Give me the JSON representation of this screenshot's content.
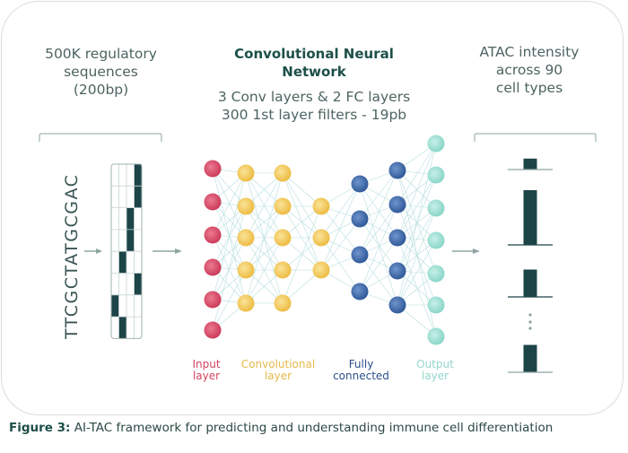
{
  "headers": {
    "input": [
      "500K regulatory",
      "sequences",
      "(200bp)"
    ],
    "network_title": [
      "Convolutional Neural",
      "Network"
    ],
    "network_sub": [
      "3 Conv layers & 2 FC layers",
      "300 1st layer filters - 19pb"
    ],
    "output": [
      "ATAC intensity",
      "across 90",
      "cell types"
    ]
  },
  "sequence": "TTCGCTATGCGAC",
  "one_hot_matrix": {
    "columns": 4,
    "row_active_column": [
      3,
      3,
      2,
      2,
      1,
      3,
      0,
      1
    ]
  },
  "network": {
    "layers": [
      {
        "name": "input",
        "nodes": 6,
        "color": "#d4445f"
      },
      {
        "name": "conv1",
        "nodes": 5,
        "color": "#f0c24e"
      },
      {
        "name": "conv2",
        "nodes": 5,
        "color": "#f0c24e"
      },
      {
        "name": "conv3",
        "nodes": 3,
        "color": "#f0c24e"
      },
      {
        "name": "fc1",
        "nodes": 4,
        "color": "#3a66a8"
      },
      {
        "name": "fc2",
        "nodes": 5,
        "color": "#3a66a8"
      },
      {
        "name": "output",
        "nodes": 7,
        "color": "#8fd9cc"
      }
    ],
    "edge_color": "#b9dede"
  },
  "legend": [
    {
      "line1": "Input",
      "line2": "layer",
      "color": "#d4445f"
    },
    {
      "line1": "Convolutional",
      "line2": "layer",
      "color": "#e6b94a"
    },
    {
      "line1": "Fully",
      "line2": "connected",
      "color": "#2c4f8a"
    },
    {
      "line1": "Output",
      "line2": "layer",
      "color": "#93d6cb"
    }
  ],
  "atac_bars": {
    "values": [
      0.2,
      1.0,
      0.5,
      0.5
    ],
    "ellipsis_after_index": 2,
    "color": "#1d4447"
  },
  "colors": {
    "dark": "#1d4447",
    "arrow": "#8ea5a2",
    "bracket": "#8ea5a2"
  },
  "caption": {
    "label": "Figure 3:",
    "text": " AI-TAC framework for predicting and understanding immune cell differentiation"
  }
}
